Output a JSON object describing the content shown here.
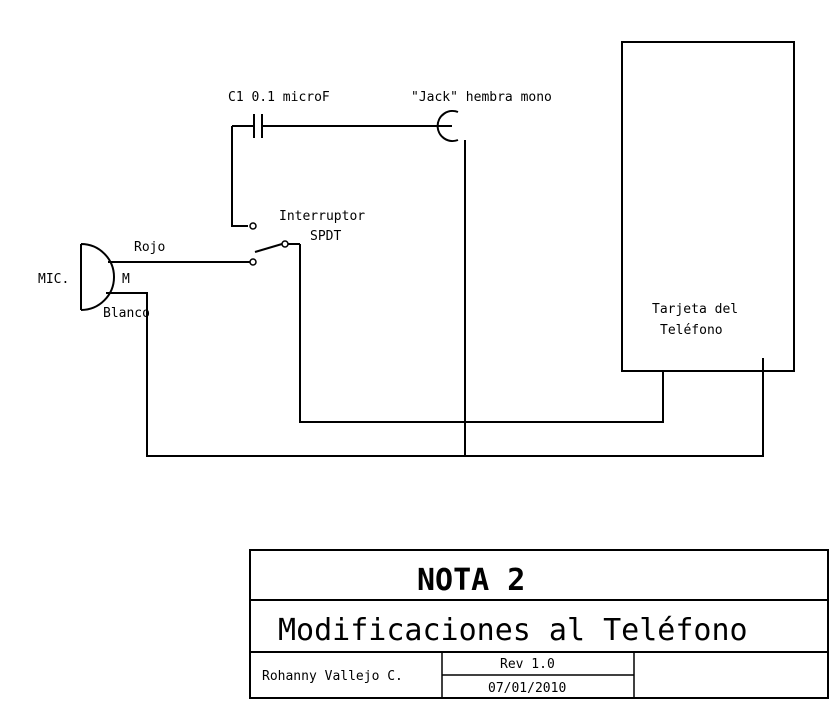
{
  "schematic": {
    "capacitor_label": "C1 0.1 microF",
    "jack_label": "\"Jack\" hembra mono",
    "switch_label_line1": "Interruptor",
    "switch_label_line2": "SPDT",
    "wire_red_label": "Rojo",
    "wire_white_label": "Blanco",
    "mic_label": "MIC.",
    "mic_pin_label": "M",
    "card_label_line1": "Tarjeta del",
    "card_label_line2": "Teléfono"
  },
  "title_block": {
    "title": "NOTA 2",
    "subtitle": "Modificaciones al Teléfono",
    "author": "Rohanny Vallejo C.",
    "revision": "Rev 1.0",
    "date": "07/01/2010"
  }
}
